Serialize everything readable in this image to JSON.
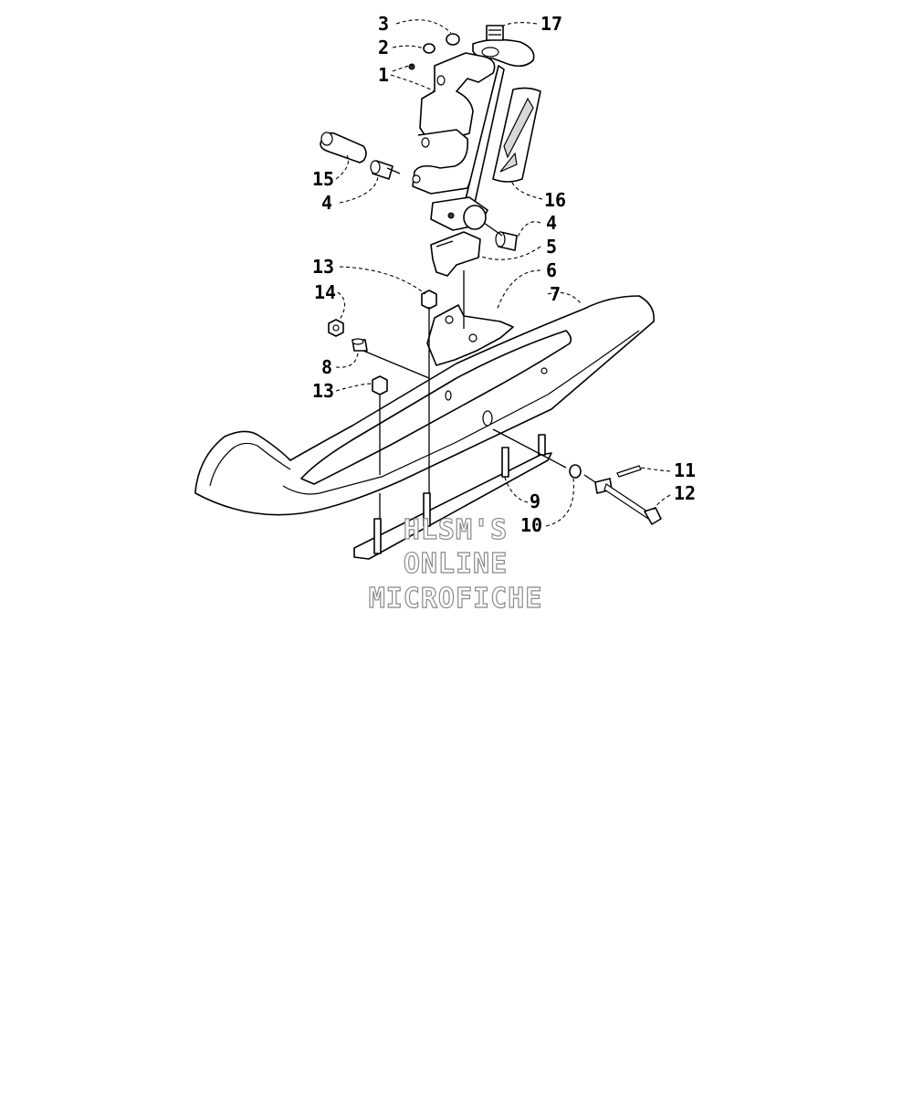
{
  "callouts": [
    {
      "id": "c3",
      "label": "3"
    },
    {
      "id": "c2",
      "label": "2"
    },
    {
      "id": "c1",
      "label": "1"
    },
    {
      "id": "c17",
      "label": "17"
    },
    {
      "id": "c15",
      "label": "15"
    },
    {
      "id": "c4a",
      "label": "4"
    },
    {
      "id": "c16",
      "label": "16"
    },
    {
      "id": "c4b",
      "label": "4"
    },
    {
      "id": "c5",
      "label": "5"
    },
    {
      "id": "c6",
      "label": "6"
    },
    {
      "id": "c13a",
      "label": "13"
    },
    {
      "id": "c7",
      "label": "7"
    },
    {
      "id": "c14",
      "label": "14"
    },
    {
      "id": "c8",
      "label": "8"
    },
    {
      "id": "c13b",
      "label": "13"
    },
    {
      "id": "c11",
      "label": "11"
    },
    {
      "id": "c12",
      "label": "12"
    },
    {
      "id": "c9",
      "label": "9"
    },
    {
      "id": "c10",
      "label": "10"
    }
  ],
  "watermark": {
    "line1": "HLSM'S",
    "line2": "ONLINE",
    "line3": "MICROFICHE"
  }
}
